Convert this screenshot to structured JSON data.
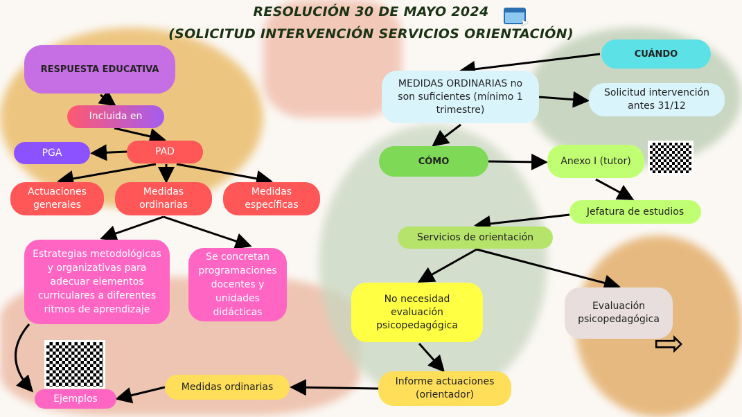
{
  "title": {
    "line1": "RESOLUCIÓN 30 DE MAYO 2024",
    "line2": "(SOLICITUD INTERVENCIÓN SERVICIOS ORIENTACIÓN)"
  },
  "left": {
    "respuesta": "RESPUESTA EDUCATIVA",
    "incluida": "Incluida en",
    "pga": "PGA",
    "pad": "PAD",
    "actuaciones": "Actuaciones generales",
    "medidas_ordinarias": "Medidas ordinarias",
    "medidas_especificas": "Medidas específicas",
    "estrategias": "Estrategias metodológicas y organizativas para adecuar elementos curriculares a diferentes ritmos de aprendizaje",
    "concretan": "Se concretan programaciones docentes y unidades didácticas",
    "ejemplos": "Ejemplos",
    "medidas_ordinarias_2": "Medidas ordinarias"
  },
  "right": {
    "cuando": "CUÁNDO",
    "medidas_no_suficientes": "MEDIDAS ORDINARIAS no son suficientes (mínimo 1 trimestre)",
    "solicitud": "Solicitud intervención antes 31/12",
    "como": "CÓMO",
    "anexo": "Anexo I (tutor)",
    "jefatura": "Jefatura de estudios",
    "servicios": "Servicios de orientación",
    "no_necesidad": "No necesidad evaluación psicopedagógica",
    "evaluacion": "Evaluación psicopedagógica",
    "informe": "Informe actuaciones (orientador)"
  },
  "colors": {
    "purple": "#c06fe0",
    "violet": "#8c52ff",
    "red": "#ff5757",
    "pink": "#ff66c4",
    "yellow": "#ffde59",
    "lime": "#c1ff72",
    "green": "#7ed957",
    "cyan": "#5ce1e6",
    "lightblue": "#d9f4fb",
    "grey": "#e8dede"
  }
}
